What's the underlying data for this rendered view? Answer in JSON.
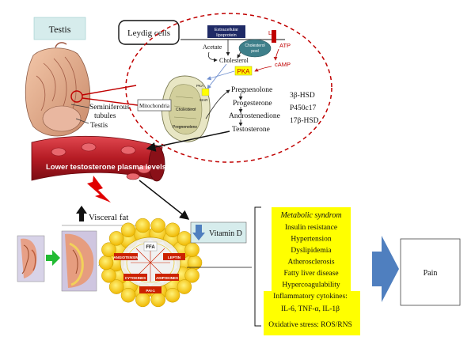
{
  "testis_box": {
    "label": "Testis"
  },
  "testis_labels": {
    "seminiferous": [
      "Seminiferous",
      "tubules"
    ],
    "testis": "Testis"
  },
  "leydig_box": {
    "label": "Leydig cells"
  },
  "pathway": {
    "extracellular": [
      "Extracellular",
      "lipoprotein"
    ],
    "cholesterol_pool": [
      "Cholesterol",
      "pool"
    ],
    "lh": "LH",
    "atp": "ATP",
    "camp": "cAMP",
    "acetate": "Acetate",
    "cholesterol": "Cholesterol",
    "pka": "PKA",
    "pka_small": "PKA",
    "star": "StAR",
    "mito_cholesterol": "Cholesterol",
    "mito_pregnenolone": "Pregnenolone",
    "mitochondria": "Mitochondria",
    "pregnenolone": "Pregnenolone",
    "progesterone": "Progesterone",
    "androstenedione": "Androstenedione",
    "testosterone": "Testosterone",
    "enzyme_1": "3β-HSD",
    "enzyme_2": "P450c17",
    "enzyme_3": "17β-HSD"
  },
  "vessel_label": "Lower testosterone plasma levels",
  "visceral_fat": "Visceral fat",
  "adipocyte_labels": {
    "ffa": "FFA",
    "left": "ANGIOTENSIN",
    "right": "LEPTIN",
    "cytokines": "CYTOKINES",
    "adipokines": "ADIPOKINES",
    "bottom": "PAI-1"
  },
  "vitamin_d": "Vitamin D",
  "metabolic_list": {
    "title": "Metabolic syndrom",
    "items": [
      "Insulin resistance",
      "Hypertension",
      "Dyslipidemia",
      "Atherosclerosis",
      "Fatty liver disease",
      "Hypercoagulability"
    ],
    "inflammatory_title": "Inflammatory cytokines:",
    "inflammatory_items": "IL-6, TNF-α, IL-1β",
    "oxidative": "Oxidative stress: ROS/RNS"
  },
  "pain_box": {
    "label": "Pain"
  },
  "colors": {
    "testis_box_fill": "#d6ecec",
    "dashed_oval": "#c00000",
    "highlight_yellow": "#ffff00",
    "vessel_red": "#c0202a",
    "arrow_blue": "#4f7fbf",
    "pain_text": "#c00000",
    "adipose_yellow": "#ffd21f"
  }
}
